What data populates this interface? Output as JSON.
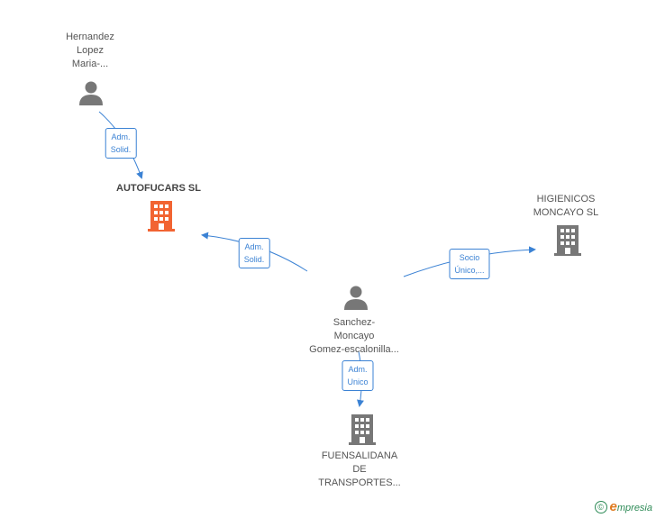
{
  "colors": {
    "edge": "#3b82d4",
    "person_icon": "#777777",
    "company_icon": "#777777",
    "main_company_icon": "#f26432"
  },
  "nodes": {
    "hernandez": {
      "lines": [
        "Hernandez",
        "Lopez",
        "Maria-..."
      ],
      "icon": "person-icon"
    },
    "autofucars": {
      "lines": [
        "AUTOFUCARS SL"
      ],
      "icon": "building-icon"
    },
    "higienicos": {
      "lines": [
        "HIGIENICOS",
        "MONCAYO SL"
      ],
      "icon": "building-icon"
    },
    "sanchez": {
      "lines": [
        "Sanchez-",
        "Moncayo",
        "Gomez-escalonilla..."
      ],
      "icon": "person-icon"
    },
    "fuensalidana": {
      "lines": [
        "FUENSALIDANA",
        "DE",
        "TRANSPORTES..."
      ],
      "icon": "building-icon"
    }
  },
  "edges": {
    "hernandez_autofucars": [
      "Adm.",
      "Solid."
    ],
    "sanchez_autofucars": [
      "Adm.",
      "Solid."
    ],
    "sanchez_higienicos": [
      "Socio",
      "Único,..."
    ],
    "sanchez_fuensalidana": [
      "Adm.",
      "Unico"
    ]
  },
  "footer": {
    "copyright": "©",
    "brand_initial": "e",
    "brand_rest": "mpresia"
  }
}
